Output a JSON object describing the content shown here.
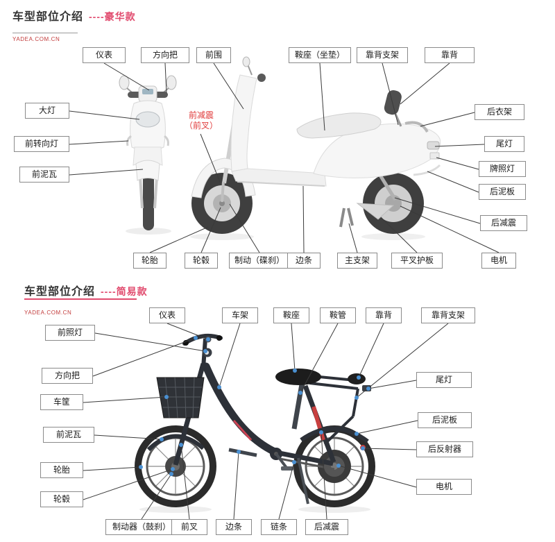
{
  "accent_colors": {
    "title_pink": "#e14b6e",
    "watermark_red": "#c23b3b",
    "label_border": "#8a8a8a",
    "leader_line": "#3a3a3a",
    "red_label": "#e03a3a",
    "pointer_dot_blue": "#4a90d2"
  },
  "section_deluxe": {
    "title": "车型部位介绍",
    "subtitle": "----豪华款",
    "watermark": "YADEA.COM.CN",
    "labels": {
      "instrument": "仪表",
      "handlebar": "方向把",
      "front_cover": "前围",
      "saddle": "鞍座（坐垫）",
      "backrest_bracket": "靠背支架",
      "backrest": "靠背",
      "headlight": "大灯",
      "front_turn_signal": "前转向灯",
      "front_fender": "前泥瓦",
      "front_shock_line1": "前减震",
      "front_shock_line2": "（前叉）",
      "rear_rack": "后衣架",
      "tail_light": "尾灯",
      "plate_light": "牌照灯",
      "rear_mudguard": "后泥板",
      "rear_shock": "后减震",
      "tire": "轮胎",
      "wheel_hub": "轮毂",
      "brake": "制动（碟刹）",
      "side_strip": "边条",
      "main_stand": "主支架",
      "swingarm_guard": "平叉护板",
      "motor": "电机"
    }
  },
  "section_simple": {
    "title": "车型部位介绍",
    "subtitle": "----简易款",
    "watermark": "YADEA.COM.CN",
    "labels": {
      "instrument": "仪表",
      "frame": "车架",
      "saddle": "鞍座",
      "saddle_tube": "鞍管",
      "backrest": "靠背",
      "backrest_bracket": "靠背支架",
      "headlight": "前照灯",
      "handlebar": "方向把",
      "basket": "车筐",
      "front_fender": "前泥瓦",
      "tire": "轮胎",
      "wheel_hub": "轮毂",
      "tail_light": "尾灯",
      "rear_mudguard": "后泥板",
      "rear_reflector": "后反射器",
      "motor": "电机",
      "brake": "制动器（鼓刹）",
      "front_fork": "前叉",
      "side_strip": "边条",
      "chain": "链条",
      "rear_shock": "后减震"
    }
  }
}
